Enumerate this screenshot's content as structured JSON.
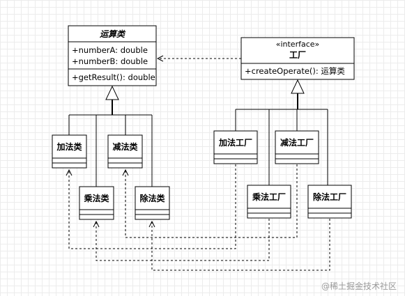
{
  "classes": {
    "operation": {
      "title": "运算类",
      "attributes": [
        "+numberA: double",
        "+numberB: double"
      ],
      "methods": [
        "+getResult(): double"
      ]
    },
    "factory": {
      "stereotype": "«interface»",
      "title": "工厂",
      "methods": [
        "+createOperate(): 运算类"
      ]
    },
    "add": {
      "title": "加法类"
    },
    "sub": {
      "title": "减法类"
    },
    "mul": {
      "title": "乘法类"
    },
    "div": {
      "title": "除法类"
    },
    "add_factory": {
      "title": "加法工厂"
    },
    "sub_factory": {
      "title": "减法工厂"
    },
    "mul_factory": {
      "title": "乘法工厂"
    },
    "div_factory": {
      "title": "除法工厂"
    }
  },
  "watermark": "@稀土掘金技术社区"
}
